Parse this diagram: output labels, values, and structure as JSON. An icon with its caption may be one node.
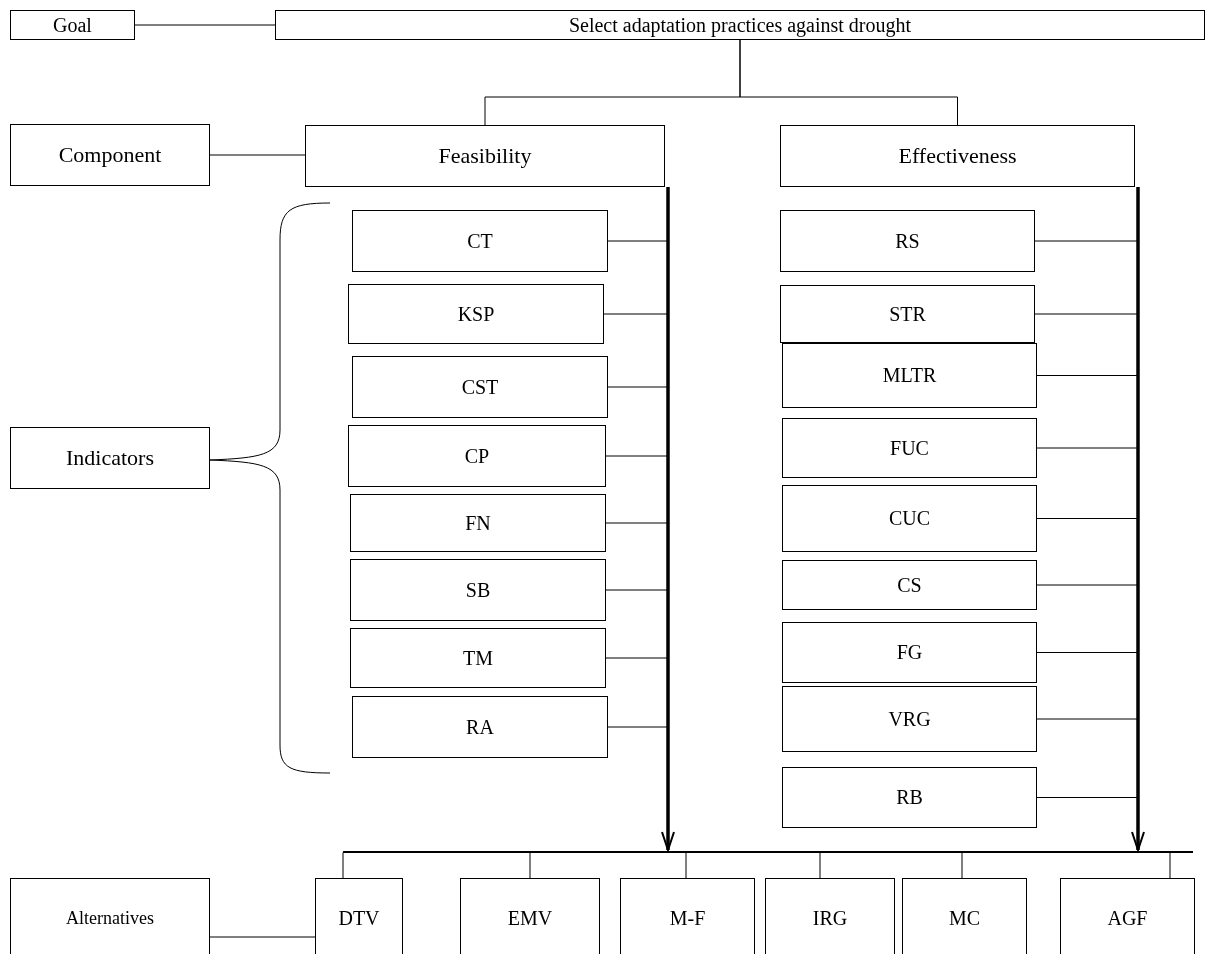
{
  "diagram": {
    "nodes": [
      {
        "text": [
          "Goal"
        ]
      },
      {
        "text": [
          "Select adaptation practices against drought"
        ]
      },
      {
        "text": [
          "Component"
        ]
      },
      {
        "text": [
          "Feasibility"
        ]
      },
      {
        "text": [
          "Effectiveness"
        ]
      },
      {
        "text": [
          "Indicators"
        ]
      },
      {
        "text": [
          "CT"
        ]
      },
      {
        "text": [
          "KSP"
        ]
      },
      {
        "text": [
          "CST"
        ]
      },
      {
        "text": [
          "CP"
        ]
      },
      {
        "text": [
          "FN"
        ]
      },
      {
        "text": [
          "SB"
        ]
      },
      {
        "text": [
          "TM"
        ]
      },
      {
        "text": [
          "RA"
        ]
      },
      {
        "text": [
          "RS"
        ]
      },
      {
        "text": [
          "STR"
        ]
      },
      {
        "text": [
          "MLTR"
        ]
      },
      {
        "text": [
          "FUC"
        ]
      },
      {
        "text": [
          "CUC"
        ]
      },
      {
        "text": [
          "CS"
        ]
      },
      {
        "text": [
          "FG"
        ]
      },
      {
        "text": [
          "VRG"
        ]
      },
      {
        "text": [
          "RB"
        ]
      },
      {
        "text": [],
        "shape": "bar"
      },
      {
        "text": [
          "Alternatives"
        ]
      },
      {
        "text": [
          "DTV"
        ]
      },
      {
        "text": [
          "EMV"
        ]
      },
      {
        "text": [
          "M-F"
        ]
      },
      {
        "text": [
          "IRG"
        ]
      },
      {
        "text": [
          "MC"
        ]
      },
      {
        "text": [
          "AGF"
        ]
      }
    ],
    "edges": [
      {
        "from": 0,
        "to": 1,
        "arrow": "none"
      },
      {
        "from": 1,
        "to": 3,
        "arrow": "none"
      },
      {
        "from": 1,
        "to": 4,
        "arrow": "none"
      },
      {
        "from": 2,
        "to": 3,
        "arrow": "none"
      },
      {
        "from": 6,
        "to": 3,
        "arrow": "none"
      },
      {
        "from": 7,
        "to": 3,
        "arrow": "none"
      },
      {
        "from": 8,
        "to": 3,
        "arrow": "none"
      },
      {
        "from": 9,
        "to": 3,
        "arrow": "none"
      },
      {
        "from": 10,
        "to": 3,
        "arrow": "none"
      },
      {
        "from": 11,
        "to": 3,
        "arrow": "none"
      },
      {
        "from": 12,
        "to": 3,
        "arrow": "none"
      },
      {
        "from": 13,
        "to": 3,
        "arrow": "none"
      },
      {
        "from": 14,
        "to": 4,
        "arrow": "none"
      },
      {
        "from": 15,
        "to": 4,
        "arrow": "none"
      },
      {
        "from": 16,
        "to": 4,
        "arrow": "none"
      },
      {
        "from": 17,
        "to": 4,
        "arrow": "none"
      },
      {
        "from": 18,
        "to": 4,
        "arrow": "none"
      },
      {
        "from": 19,
        "to": 4,
        "arrow": "none"
      },
      {
        "from": 20,
        "to": 4,
        "arrow": "none"
      },
      {
        "from": 21,
        "to": 4,
        "arrow": "none"
      },
      {
        "from": 22,
        "to": 4,
        "arrow": "none"
      },
      {
        "from": 3,
        "to": 23,
        "arrow": "to",
        "style": "thick"
      },
      {
        "from": 4,
        "to": 23,
        "arrow": "to",
        "style": "thick"
      },
      {
        "from": 23,
        "to": 25,
        "arrow": "none"
      },
      {
        "from": 23,
        "to": 26,
        "arrow": "none"
      },
      {
        "from": 23,
        "to": 27,
        "arrow": "none"
      },
      {
        "from": 23,
        "to": 28,
        "arrow": "none"
      },
      {
        "from": 23,
        "to": 29,
        "arrow": "none"
      },
      {
        "from": 23,
        "to": 30,
        "arrow": "none"
      },
      {
        "from": 24,
        "to": 25,
        "arrow": "none"
      }
    ]
  }
}
